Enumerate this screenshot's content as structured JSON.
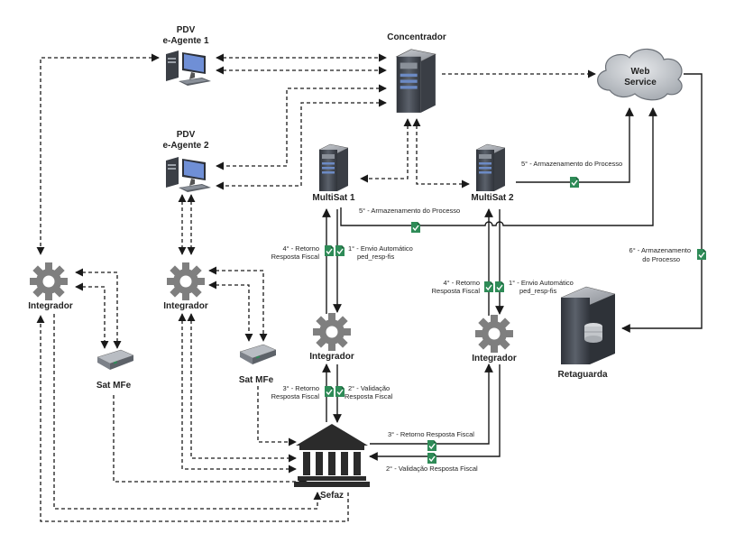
{
  "nodes": {
    "pdv1": [
      "PDV",
      "e-Agente 1"
    ],
    "pdv2": [
      "PDV",
      "e-Agente 2"
    ],
    "concentrador": "Concentrador",
    "webservice": [
      "Web",
      "Service"
    ],
    "multisat1": "MultiSat 1",
    "multisat2": "MultiSat 2",
    "integrador_left": "Integrador",
    "integrador_mid": "Integrador",
    "integrador_center": "Integrador",
    "integrador_right": "Integrador",
    "satmfe1": "Sat MFe",
    "satmfe2": "Sat MFe",
    "sefaz": "Sefaz",
    "retaguarda": "Retaguarda"
  },
  "steps": {
    "armaz5_ms2": "5° - Armazenamento do Processo",
    "armaz5_ms1": "5° - Armazenamento do Processo",
    "armaz6": [
      "6° - Armazenamento",
      "do Processo"
    ],
    "retorno4_left": [
      "4° - Retorno",
      "Resposta Fiscal"
    ],
    "envio1_left": [
      "1° - Envio Automático",
      "ped_resp-fis"
    ],
    "retorno4_right": [
      "4° - Retorno",
      "Resposta Fiscal"
    ],
    "envio1_right": [
      "1° - Envio Automático",
      "ped_resp-fis"
    ],
    "retorno3_center": [
      "3° - Retorno",
      "Resposta Fiscal"
    ],
    "validacao2_center": [
      "2° - Validação",
      "Resposta Fiscal"
    ],
    "retorno3_right": "3° - Retorno Resposta Fiscal",
    "validacao2_right": "2° - Validação Resposta Fiscal"
  },
  "colors": {
    "doc_icon": "#2e8b57",
    "server_dark": "#4a4f58",
    "gear": "#7f7f7f",
    "cloud": "#bfc4c9"
  }
}
